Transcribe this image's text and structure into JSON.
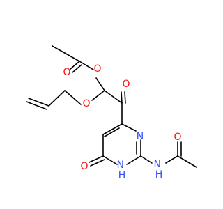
{
  "colors": {
    "background": "#ffffff",
    "bond": "#000000",
    "oxygen": "#ff0d0d",
    "nitrogen": "#3050f8"
  },
  "atoms": {
    "o_ester_carbonyl": "O",
    "o_ester_bridge": "O",
    "o_ether": "O",
    "o_ketone": "O",
    "n_ring_top": "N",
    "n_ring_h": "H\nN",
    "o_hydroxy_ring": "O",
    "nh_amide": "H\nN",
    "o_amide": "O"
  }
}
